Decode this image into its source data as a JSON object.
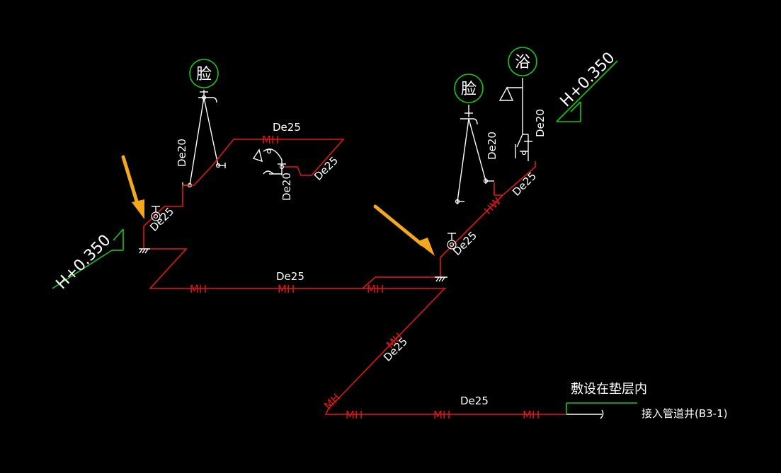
{
  "fixtures": {
    "basin_left": "脸",
    "basin_right": "脸",
    "shower": "浴"
  },
  "elevations": {
    "left": "H+0.350",
    "right": "H+0.350"
  },
  "pipe_labels": {
    "de25_top": "De25",
    "de20_left": "De20",
    "de20_mid": "De20",
    "de25_branch": "De25",
    "de25_valve_left": "De25",
    "de25_main": "De25",
    "de25_valve_right": "De25",
    "de20_right": "De20",
    "de20_shower": "De20",
    "de25_right_riser": "De25",
    "de25_diag": "De25",
    "de25_bottom": "De25"
  },
  "hot_water_marks": {
    "top": "MH",
    "main_1": "MH",
    "main_2": "MH",
    "main_3": "MH",
    "riser_right": "HW",
    "diag": "MH",
    "bottom_0": "MH",
    "bottom_1": "MH",
    "bottom_2": "MH",
    "bottom_3": "MH"
  },
  "notes": {
    "laid_in_cushion": "敷设在垫层内",
    "connect_to_shaft": "接入管道井(B3-1)"
  },
  "colors": {
    "background": "#000000",
    "pipe_hot": "#e01818",
    "fixture_cold": "#ffffff",
    "symbol_green": "#18c818",
    "callout_arrow": "#f4a81c"
  }
}
